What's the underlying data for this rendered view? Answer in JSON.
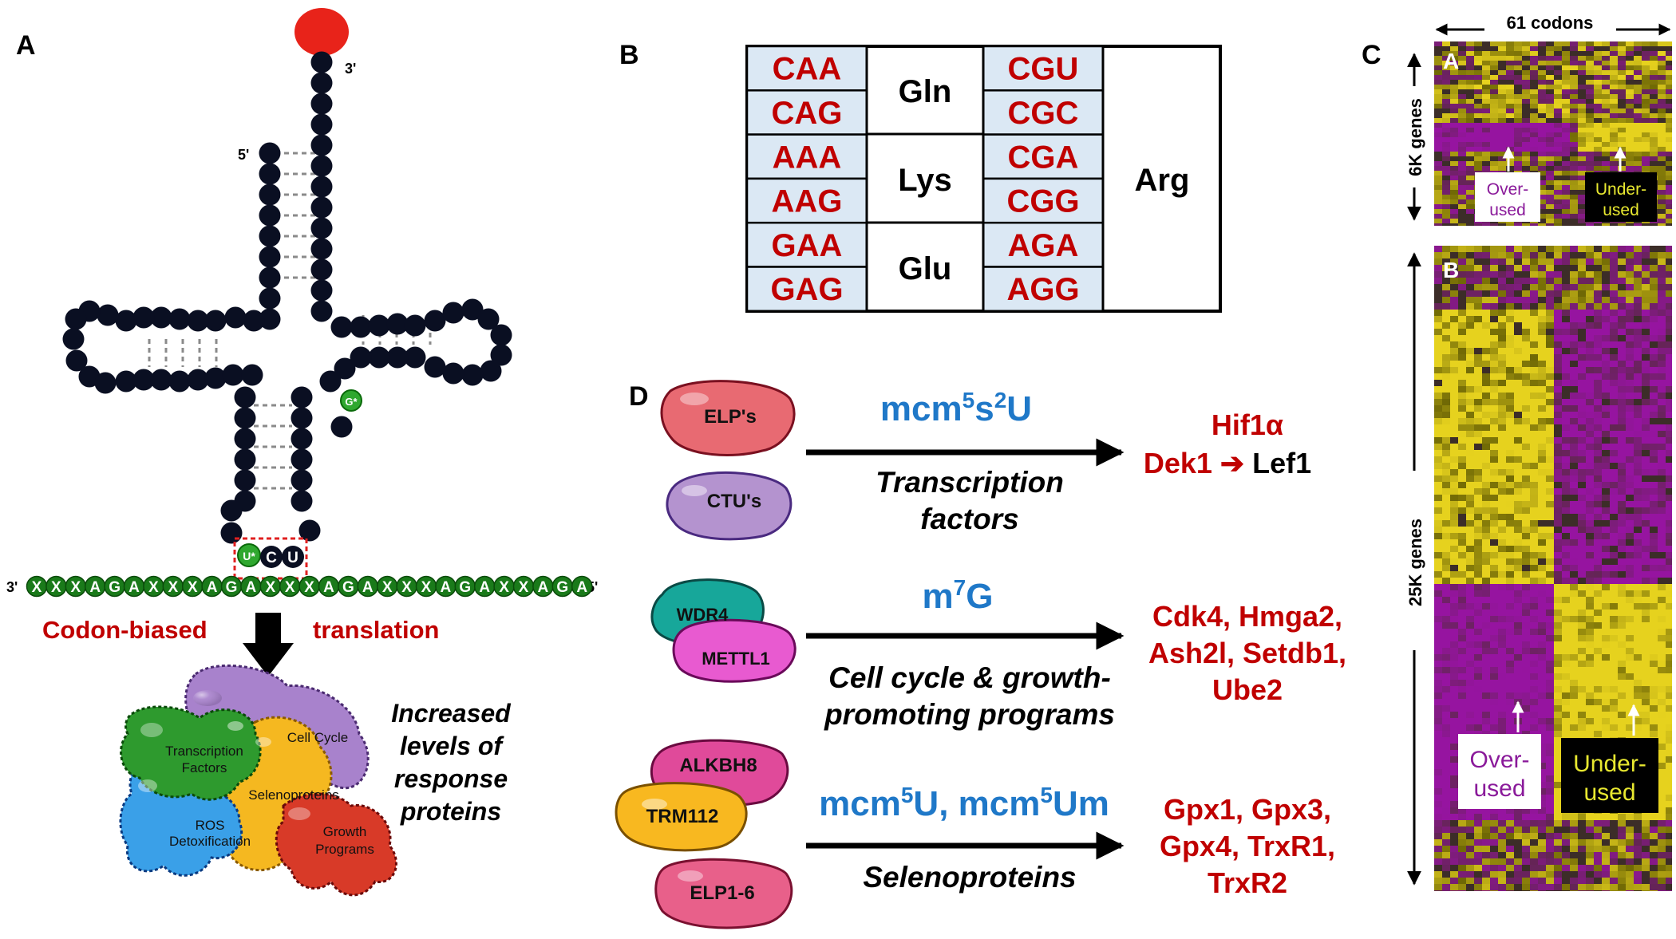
{
  "panels": {
    "a": "A",
    "b": "B",
    "c": "C",
    "d": "D",
    "c_sub_a": "A",
    "c_sub_b": "B"
  },
  "panel_a": {
    "end_3": "3'",
    "end_5": "5'",
    "mod_g": "G*",
    "mod_u": "U*",
    "anticodon_c": "C",
    "anticodon_u": "U",
    "mrna_3": "3'",
    "mrna_5": "5'",
    "mrna_sequence": "XXXAGAXXXAGAXXXAGAXXXAGAXXAGA",
    "codon_biased": "Codon-biased",
    "translation": "translation",
    "blobs": {
      "transcription_factors": [
        "Transcription",
        "Factors"
      ],
      "cell_cycle": "Cell Cycle",
      "selenoproteins": "Selenoproteins",
      "ros": [
        "ROS",
        "Detoxification"
      ],
      "growth": [
        "Growth",
        "Programs"
      ]
    },
    "response_text": [
      "Increased",
      "levels of",
      "response",
      "proteins"
    ]
  },
  "panel_b": {
    "left_codons": [
      "CAA",
      "CAG",
      "AAA",
      "AAG",
      "GAA",
      "GAG"
    ],
    "left_amino_acids": [
      "Gln",
      "Lys",
      "Glu"
    ],
    "right_codons": [
      "CGU",
      "CGC",
      "CGA",
      "CGG",
      "AGA",
      "AGG"
    ],
    "right_amino_acid": "Arg"
  },
  "panel_c": {
    "top_label": "61 codons",
    "genes_6k": "6K genes",
    "genes_25k": "25K genes",
    "over_used": [
      "Over-",
      "used"
    ],
    "under_used": [
      "Under-",
      "used"
    ]
  },
  "panel_d": {
    "rows": [
      {
        "enzymes": [
          "ELP's",
          "CTU's"
        ],
        "modification": {
          "parts": [
            "mcm",
            "5",
            "s",
            "2",
            "U"
          ]
        },
        "program": [
          "Transcription",
          "factors"
        ],
        "targets_line1": "Hif1α",
        "targets_line2_red": "Dek1",
        "targets_line2_arrow": "➔",
        "targets_line2_black": "Lef1"
      },
      {
        "enzymes": [
          "WDR4",
          "METTL1"
        ],
        "modification": {
          "parts": [
            "m",
            "7",
            "G"
          ]
        },
        "program": [
          "Cell cycle & growth-",
          "promoting  programs"
        ],
        "targets": [
          "Cdk4, Hmga2,",
          "Ash2l, Setdb1,",
          "Ube2"
        ]
      },
      {
        "enzymes": [
          "ALKBH8",
          "TRM112",
          "ELP1-6"
        ],
        "modification": {
          "parts": [
            "mcm",
            "5",
            "U, mcm",
            "5",
            "Um"
          ]
        },
        "program": [
          "Selenoproteins"
        ],
        "targets": [
          "Gpx1, Gpx3,",
          "Gpx4, TrxR1,",
          "TrxR2"
        ]
      }
    ]
  },
  "colors": {
    "red_label": "#c00000",
    "blue_mod": "#1f78c8",
    "nucleotide": "#0a0f22",
    "mrna_bead": "#1a7a1a",
    "heat_purple": "#8a1a9a",
    "heat_yellow": "#d6d21c"
  }
}
